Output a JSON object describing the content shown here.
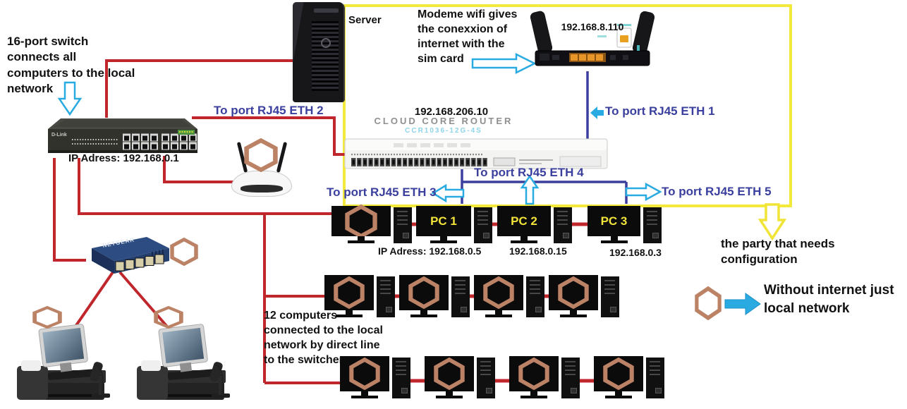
{
  "colors": {
    "red": "#c0272d",
    "blue": "#3a3f9e",
    "cyan": "#29abe2",
    "yellow": "#f3e93b",
    "hexagon": "#bc8266",
    "pc_label_yellow": "#f2e33a"
  },
  "annotations": {
    "switch_note": "16-port switch\nconnects all\ncomputers to the local\nnetwork",
    "modem_note": "Modeme wifi gives\nthe conexxion of\ninternet with the\nsim card",
    "twelve_note": "12 computers\nconnected to the local\nnetwork by direct line\nto the switcher",
    "party_note": "the party that needs\nconfiguration",
    "legend_note": "Without internet just\nlocal network"
  },
  "labels": {
    "server": "Server",
    "modem_ip": "192.168.8.110",
    "router_ip": "192.168.206.10",
    "router_brand": "CLOUD CORE ROUTER",
    "router_model": "CCR1036-12G-4S",
    "switch_ip": "IP Adress: 192.168.0.1",
    "eth1": "To port RJ45 ETH 1",
    "eth2": "To port RJ45 ETH 2",
    "eth3": "To port RJ45 ETH 3",
    "eth4": "To port RJ45 ETH 4",
    "eth5": "To port RJ45 ETH 5"
  },
  "devices": {
    "switch16_brand": "D-Link",
    "netgear_brand": "NETGEAR"
  },
  "pc_row": {
    "pcs": [
      "",
      "PC 1",
      "PC 2",
      "PC 3"
    ],
    "ip_labels": [
      "IP Adress: 192.168.0.5",
      "192.168.0.15",
      "192.168.0.3"
    ]
  },
  "computer_rows": {
    "row2_count": 4,
    "row3_count": 4
  }
}
